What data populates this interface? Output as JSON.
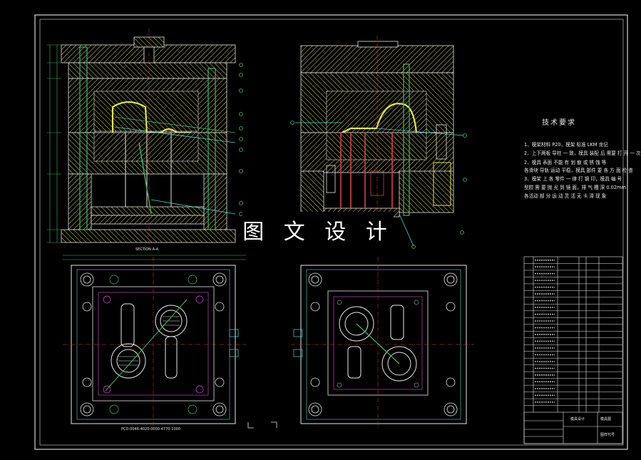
{
  "watermark": "图 文 设 计",
  "technical_requirements": {
    "title": "技术要求",
    "lines": [
      "1、模架材料 P20，模架 标准 LKM 龙记",
      "2、上下两板 导柱 一 致，模具 装配 后 需要 打 开 一 次",
      "2、模具 表面 不能 有 划 痕 或 锈 蚀 等",
      "各滑块 导轨 运动 平稳，模具 部件 要 各 方 面 检 查",
      "3、模架 上 各 零件 一 律 打 钢 印，模具 编 号",
      "型腔 需 要 抛 光 到 镜 面，排 气 槽 深 0.02mm",
      "各活动 部 分 运 动 灵 活 无 卡 滞 现 象"
    ]
  },
  "views": {
    "section_label": "SECTION A-A",
    "bottom_label": "PCD-0046-4020-0000-4770-1000"
  },
  "title_block": {
    "rows": 23,
    "design_label": "模具设计",
    "name_label": "模具图",
    "drawing_no_label": "图样代号"
  },
  "colors": {
    "border": "#ffffff",
    "outline": "#e8e8e8",
    "hatch": "#c9c95a",
    "green": "#3dbb6a",
    "cyan": "#4fd7d7",
    "magenta": "#d84fd8",
    "red": "#e04040",
    "yellow": "#e5e552",
    "blue": "#4f6fe0"
  }
}
